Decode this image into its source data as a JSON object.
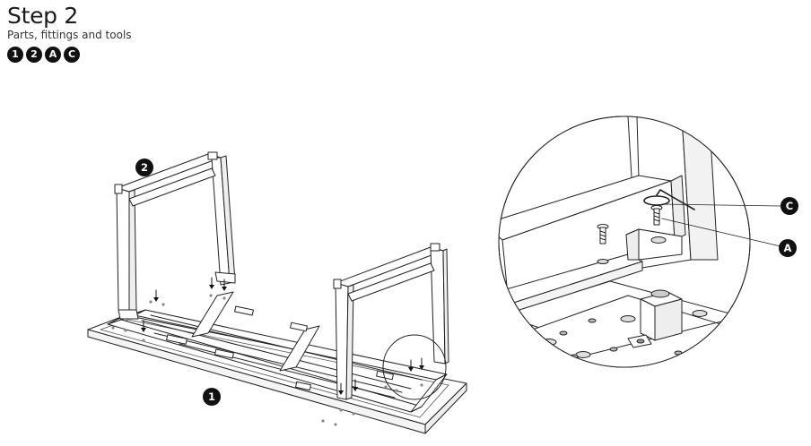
{
  "header": {
    "title": "Step 2",
    "subtitle": "Parts, fittings and tools",
    "badges": [
      "1",
      "2",
      "A",
      "C"
    ]
  },
  "callouts": {
    "tabletop": "1",
    "leg_frame": "2",
    "hex_key": "C",
    "bolt": "A"
  }
}
